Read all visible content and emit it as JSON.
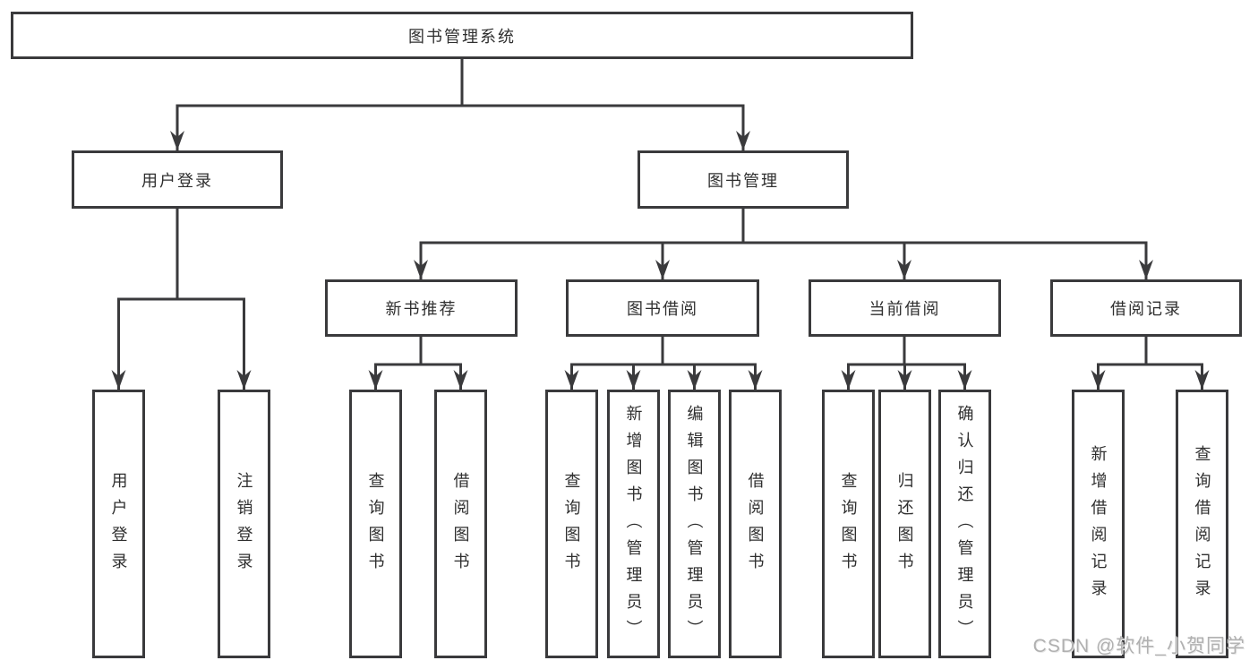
{
  "diagram": {
    "title": "图书管理系统",
    "root": {
      "label": "图书管理系统"
    },
    "level2": [
      {
        "label": "用户登录"
      },
      {
        "label": "图书管理"
      }
    ],
    "level3": [
      {
        "label": "新书推荐",
        "parent": "图书管理"
      },
      {
        "label": "图书借阅",
        "parent": "图书管理"
      },
      {
        "label": "当前借阅",
        "parent": "图书管理"
      },
      {
        "label": "借阅记录",
        "parent": "图书管理"
      }
    ],
    "leaves": [
      {
        "label": "用户登录",
        "parent": "用户登录"
      },
      {
        "label": "注销登录",
        "parent": "用户登录"
      },
      {
        "label": "查询图书",
        "parent": "新书推荐"
      },
      {
        "label": "借阅图书",
        "parent": "新书推荐"
      },
      {
        "label": "查询图书",
        "parent": "图书借阅"
      },
      {
        "label": "新增图书（管理员）",
        "parent": "图书借阅"
      },
      {
        "label": "编辑图书（管理员）",
        "parent": "图书借阅"
      },
      {
        "label": "借阅图书",
        "parent": "图书借阅"
      },
      {
        "label": "查询图书",
        "parent": "当前借阅"
      },
      {
        "label": "归还图书",
        "parent": "当前借阅"
      },
      {
        "label": "确认归还（管理员）",
        "parent": "当前借阅"
      },
      {
        "label": "新增借阅记录",
        "parent": "借阅记录"
      },
      {
        "label": "查询借阅记录",
        "parent": "借阅记录"
      }
    ]
  },
  "watermark": {
    "text": "CSDN @软件_小贺同学"
  },
  "colors": {
    "line": "#3a3a3c",
    "box_border": "#3a3a3c",
    "box_background": "#ffffff",
    "text": "#2f2f2f",
    "watermark": "#b0b0b0",
    "background": "#ffffff"
  }
}
